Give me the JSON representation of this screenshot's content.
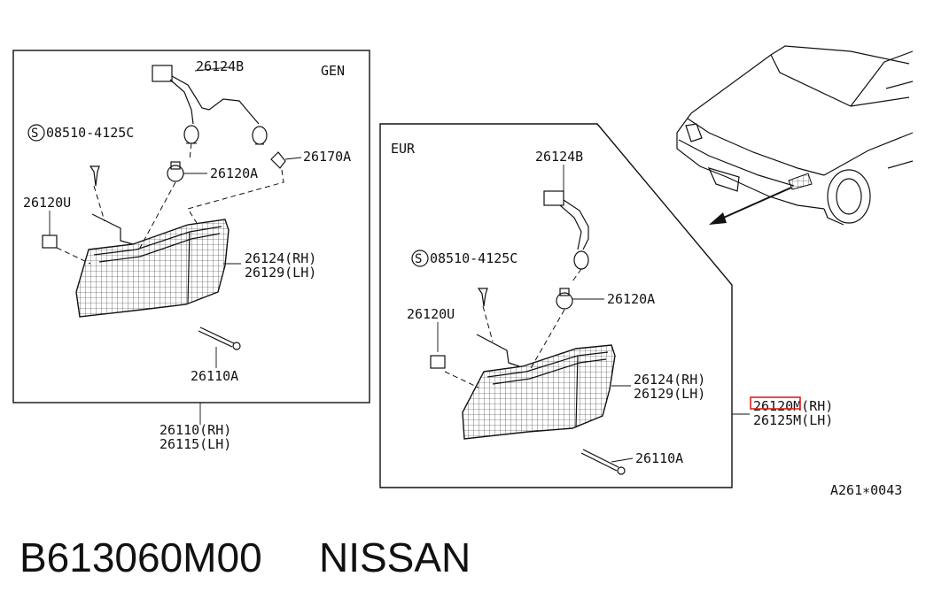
{
  "gen_panel": {
    "region": "GEN",
    "socket_label": "26124B",
    "screw_label": "08510-4125C",
    "screw_symbol": "S",
    "clip_label": "26170A",
    "bulb_label": "26120A",
    "retainer_label": "26120U",
    "lens_rh": "26124(RH)",
    "lens_lh": "26129(LH)",
    "bolt_label": "26110A",
    "assy_rh": "26110(RH)",
    "assy_lh": "26115(LH)"
  },
  "eur_panel": {
    "region": "EUR",
    "socket_label": "26124B",
    "screw_label": "08510-4125C",
    "screw_symbol": "S",
    "bulb_label": "26120A",
    "retainer_label": "26120U",
    "lens_rh": "26124(RH)",
    "lens_lh": "26129(LH)",
    "bolt_label": "26110A",
    "assy_rh": "26120M(RH)",
    "assy_lh": "26125M(LH)"
  },
  "highlight_color": "#e02020",
  "figure_code": "A261∗0043",
  "part_number": "B613060M00",
  "brand": "NISSAN"
}
